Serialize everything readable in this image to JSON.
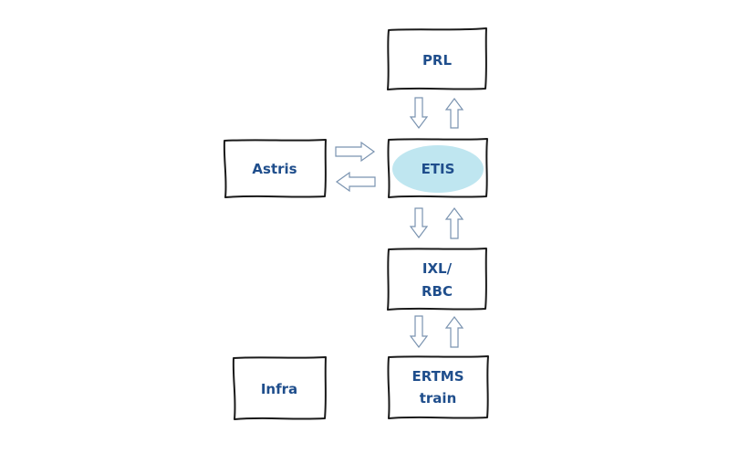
{
  "diagram": {
    "nodes": [
      {
        "id": "prl",
        "lines": [
          "PRL"
        ]
      },
      {
        "id": "astris",
        "lines": [
          "Astris"
        ]
      },
      {
        "id": "etis",
        "lines": [
          "ETIS"
        ],
        "highlight": true
      },
      {
        "id": "ixl",
        "lines": [
          "IXL/",
          "RBC"
        ]
      },
      {
        "id": "infra",
        "lines": [
          "Infra"
        ]
      },
      {
        "id": "ertms",
        "lines": [
          "ERTMS",
          "train"
        ]
      }
    ],
    "edges": [
      {
        "from": "prl",
        "to": "etis",
        "direction": "down"
      },
      {
        "from": "etis",
        "to": "prl",
        "direction": "up"
      },
      {
        "from": "astris",
        "to": "etis",
        "direction": "right"
      },
      {
        "from": "etis",
        "to": "astris",
        "direction": "left"
      },
      {
        "from": "etis",
        "to": "ixl",
        "direction": "down"
      },
      {
        "from": "ixl",
        "to": "etis",
        "direction": "up"
      },
      {
        "from": "ixl",
        "to": "ertms",
        "direction": "down"
      },
      {
        "from": "ertms",
        "to": "ixl",
        "direction": "up"
      }
    ],
    "colors": {
      "label": "#1f4e8c",
      "highlight": "#bfe6f0",
      "arrow_stroke": "#7a93b0",
      "box_stroke": "#1a1a1a"
    }
  }
}
